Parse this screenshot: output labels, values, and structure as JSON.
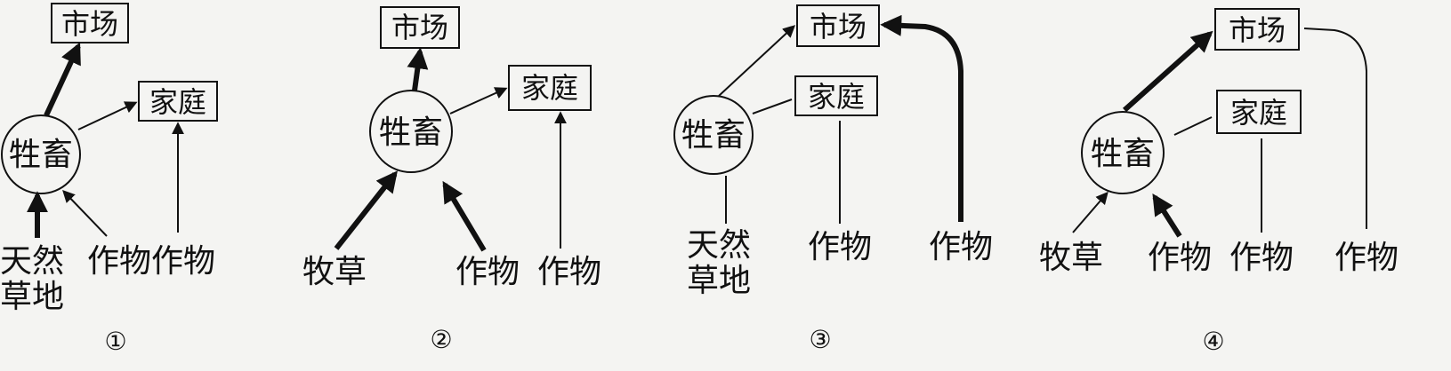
{
  "diagrams": [
    {
      "number": "①",
      "market": "市场",
      "family": "家庭",
      "livestock": "牲畜",
      "inputs": [
        "天然",
        "草地",
        "作物",
        "作物"
      ]
    },
    {
      "number": "②",
      "market": "市场",
      "family": "家庭",
      "livestock": "牲畜",
      "inputs": [
        "牧草",
        "作物",
        "作物"
      ]
    },
    {
      "number": "③",
      "market": "市场",
      "family": "家庭",
      "livestock": "牲畜",
      "inputs": [
        "天然",
        "草地",
        "作物",
        "作物"
      ]
    },
    {
      "number": "④",
      "market": "市场",
      "family": "家庭",
      "livestock": "牲畜",
      "inputs": [
        "牧草",
        "作物",
        "作物",
        "作物"
      ]
    }
  ],
  "colors": {
    "ink": "#111111",
    "paper": "#f4f4f2"
  }
}
